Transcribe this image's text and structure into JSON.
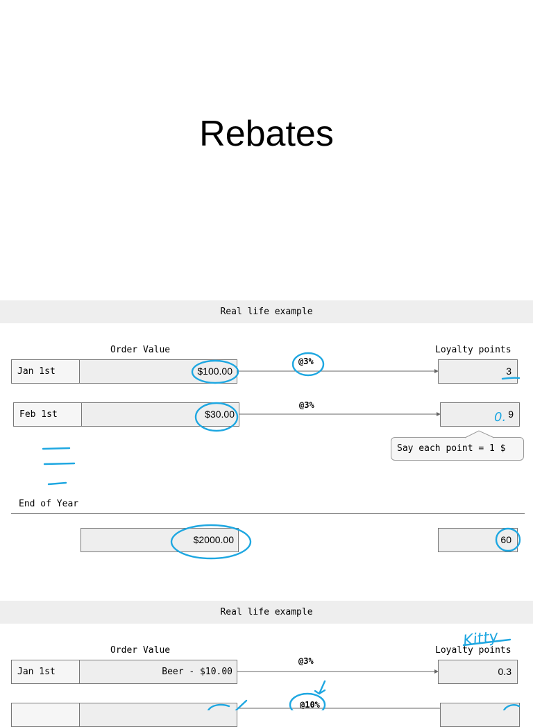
{
  "slide": {
    "title": "Rebates"
  },
  "example1": {
    "header": "Real life example",
    "col_order": "Order Value",
    "col_points": "Loyalty points",
    "rows": [
      {
        "date": "Jan 1st",
        "value": "$100.00",
        "rate": "@3%",
        "points": "3"
      },
      {
        "date": "Feb 1st",
        "value": "$30.00",
        "rate": "@3%",
        "points": "9",
        "points_handwritten_prefix": "0."
      }
    ],
    "callout": "Say each point = 1 $",
    "end_label": "End of Year",
    "end_value": "$2000.00",
    "end_points": "60"
  },
  "example2": {
    "header": "Real life example",
    "col_order": "Order Value",
    "col_points": "Loyalty points",
    "handwritten_note": "Kitty",
    "rows": [
      {
        "date": "Jan 1st",
        "value": "Beer - $10.00",
        "rate": "@3%",
        "points": "0.3"
      },
      {
        "rate": "@10%"
      }
    ]
  },
  "annotation_color": "#1ea7e1"
}
